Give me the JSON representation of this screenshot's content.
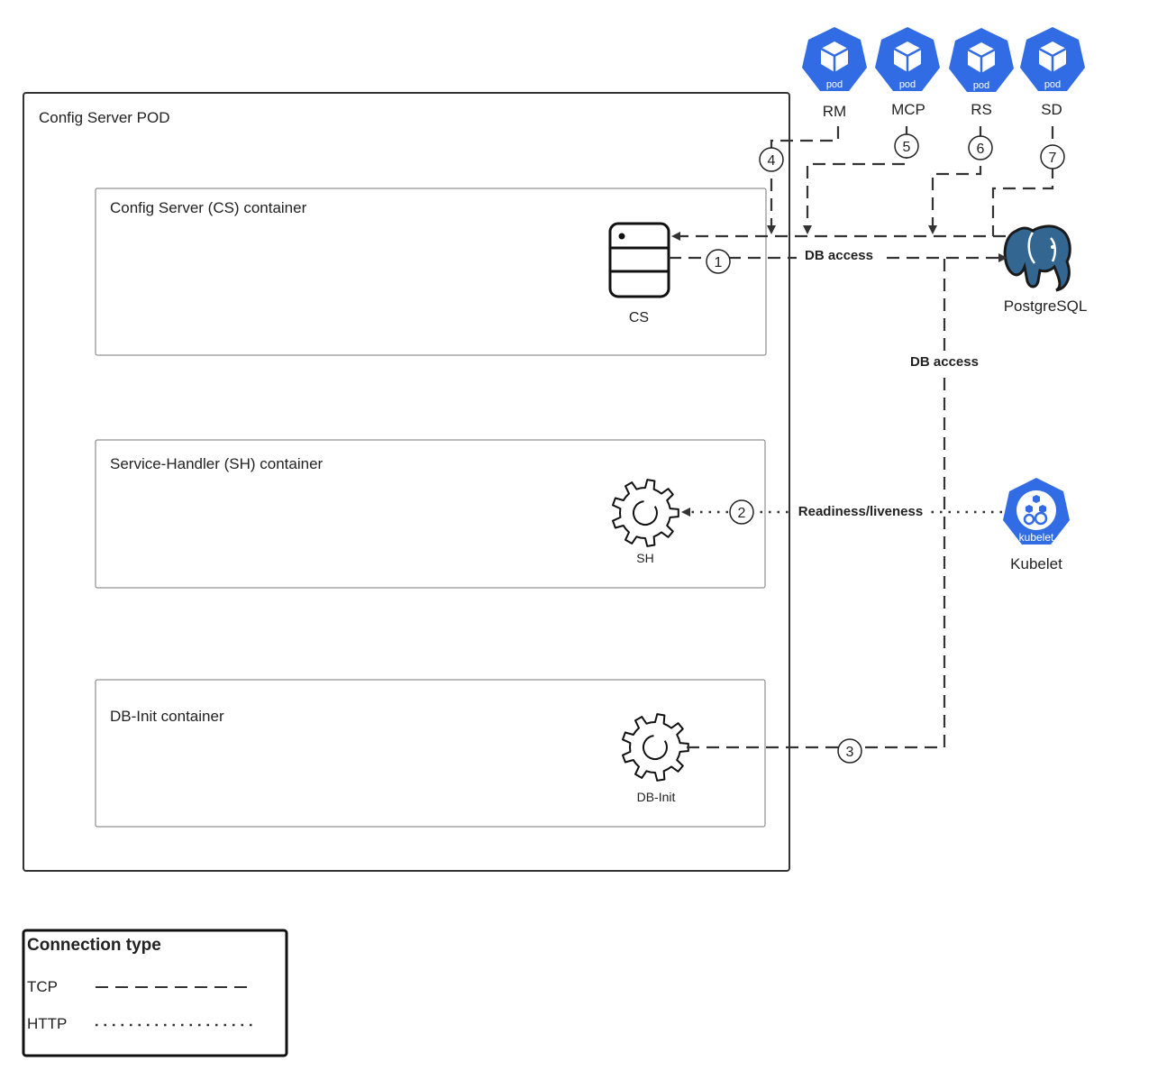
{
  "pod": {
    "title": "Config Server POD"
  },
  "containers": {
    "cs": {
      "title": "Config Server (CS) container",
      "icon_label": "CS",
      "icon": "server-icon"
    },
    "sh": {
      "title": "Service-Handler (SH) container",
      "icon_label": "SH",
      "icon": "gear-icon"
    },
    "dbinit": {
      "title": "DB-Init container",
      "icon_label": "DB-Init",
      "icon": "gear-icon"
    }
  },
  "pods": [
    {
      "badge": "pod",
      "name": "RM"
    },
    {
      "badge": "pod",
      "name": "MCP"
    },
    {
      "badge": "pod",
      "name": "RS"
    },
    {
      "badge": "pod",
      "name": "SD"
    }
  ],
  "external": {
    "postgres": {
      "label": "PostgreSQL",
      "icon": "postgresql-elephant-icon"
    },
    "kubelet": {
      "label": "Kubelet",
      "badge": "kubelet",
      "icon": "kubelet-icon"
    }
  },
  "connections": {
    "n1": "1",
    "n2": "2",
    "n3": "3",
    "n4": "4",
    "n5": "5",
    "n6": "6",
    "n7": "7",
    "db_access_1": "DB access",
    "db_access_2": "DB access",
    "readiness": "Readiness/liveness"
  },
  "legend": {
    "title": "Connection type",
    "tcp": "TCP",
    "http": "HTTP"
  },
  "colors": {
    "k8s_blue": "#326CE5",
    "postgres_blue": "#336791",
    "line": "#333333"
  }
}
